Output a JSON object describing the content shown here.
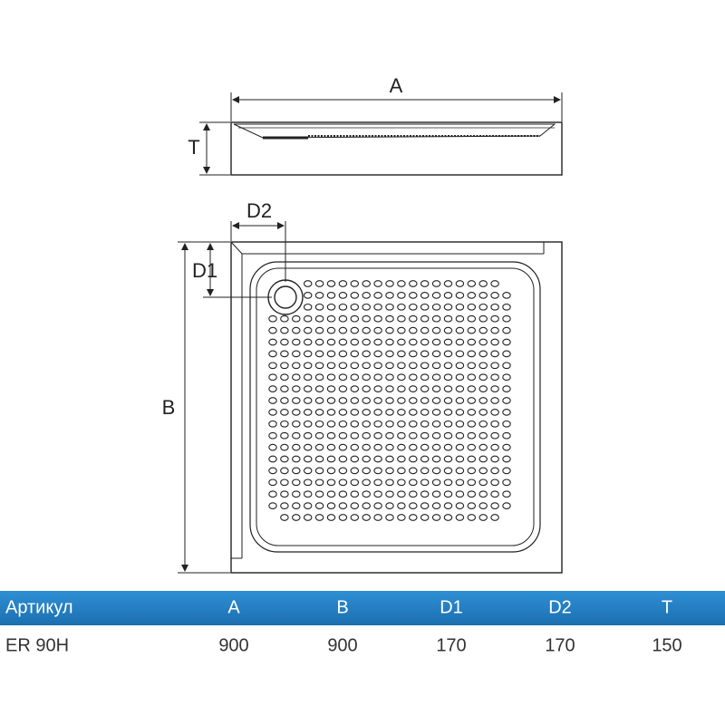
{
  "diagram": {
    "labels": {
      "a": "A",
      "t": "T",
      "b": "B",
      "d1": "D1",
      "d2": "D2"
    },
    "colors": {
      "line": "#222222",
      "header_start": "#2f8fd4",
      "header_end": "#1b6fb0"
    }
  },
  "table": {
    "headers": [
      "Артикул",
      "A",
      "B",
      "D1",
      "D2",
      "T"
    ],
    "rows": [
      [
        "ER 90H",
        "900",
        "900",
        "170",
        "170",
        "150"
      ]
    ]
  }
}
